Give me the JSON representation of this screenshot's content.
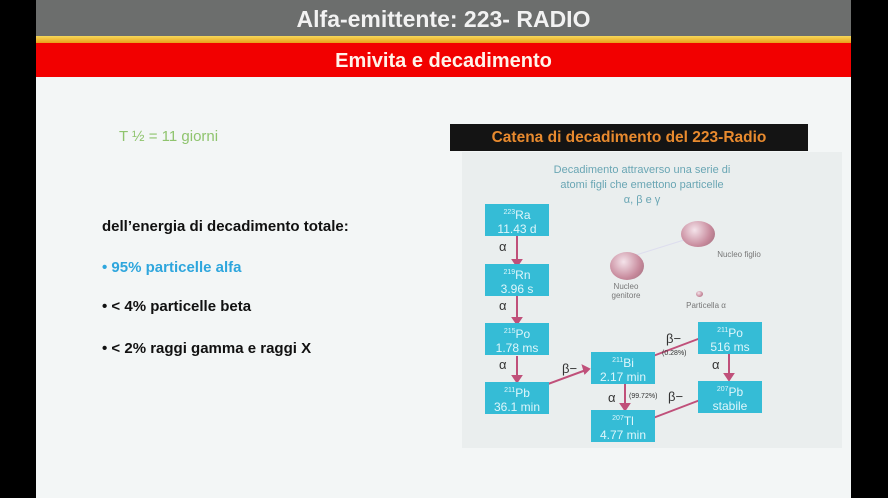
{
  "header": {
    "title": "Alfa-emittente: 223- RADIO",
    "subtitle": "Emivita e decadimento"
  },
  "left": {
    "half_life": "T ½  = 11 giorni",
    "intro": "dell’energia di decadimento totale:",
    "bullets": [
      {
        "text": "•  95%  particelle alfa",
        "color": "#2ea6dd"
      },
      {
        "text": "•  < 4% particelle beta"
      },
      {
        "text": "•  < 2% raggi gamma e raggi X"
      }
    ]
  },
  "diagram": {
    "title": "Catena di decadimento del 223-Radio",
    "caption": [
      "Decadimento attraverso una serie di",
      "atomi figli che emettono particelle",
      "α, β e γ"
    ],
    "nodes": [
      {
        "mass": "223",
        "el": "Ra",
        "t": "11.43 d"
      },
      {
        "mass": "219",
        "el": "Rn",
        "t": "3.96 s"
      },
      {
        "mass": "215",
        "el": "Po",
        "t": "1.78 ms"
      },
      {
        "mass": "211",
        "el": "Pb",
        "t": "36.1 min"
      },
      {
        "mass": "211",
        "el": "Bi",
        "t": "2.17 min"
      },
      {
        "mass": "207",
        "el": "Tl",
        "t": "4.77 min"
      },
      {
        "mass": "211",
        "el": "Po",
        "t": "516 ms"
      },
      {
        "mass": "207",
        "el": "Pb",
        "t": "stabile"
      }
    ],
    "labels": {
      "alpha": "α",
      "beta": "β−",
      "pct_low": "(0.28%)",
      "pct_high": "(99.72%)"
    },
    "legend": {
      "daughter": "Nucleo figlio",
      "parent1": "Nucleo",
      "parent2": "genitore",
      "particle": "Particella α"
    }
  }
}
